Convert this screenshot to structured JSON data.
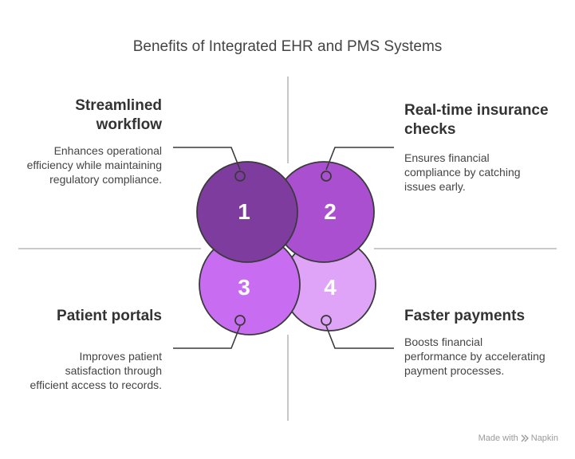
{
  "title": "Benefits of Integrated EHR and PMS Systems",
  "quadrants": [
    {
      "number": "1",
      "heading": "Streamlined workflow",
      "description": "Enhances operational efficiency while maintaining regulatory compliance.",
      "color": "#7e3d9e"
    },
    {
      "number": "2",
      "heading": "Real-time insurance checks",
      "description": "Ensures financial compliance by catching issues early.",
      "color": "#a94fd0"
    },
    {
      "number": "3",
      "heading": "Patient portals",
      "description": "Improves patient satisfaction through efficient access to records.",
      "color": "#c86cf2"
    },
    {
      "number": "4",
      "heading": "Faster payments",
      "description": "Boosts financial performance by accelerating payment processes.",
      "color": "#dfa3f8"
    }
  ],
  "watermark": {
    "prefix": "Made with",
    "brand": "Napkin",
    "icon": "napkin-logo-icon"
  }
}
